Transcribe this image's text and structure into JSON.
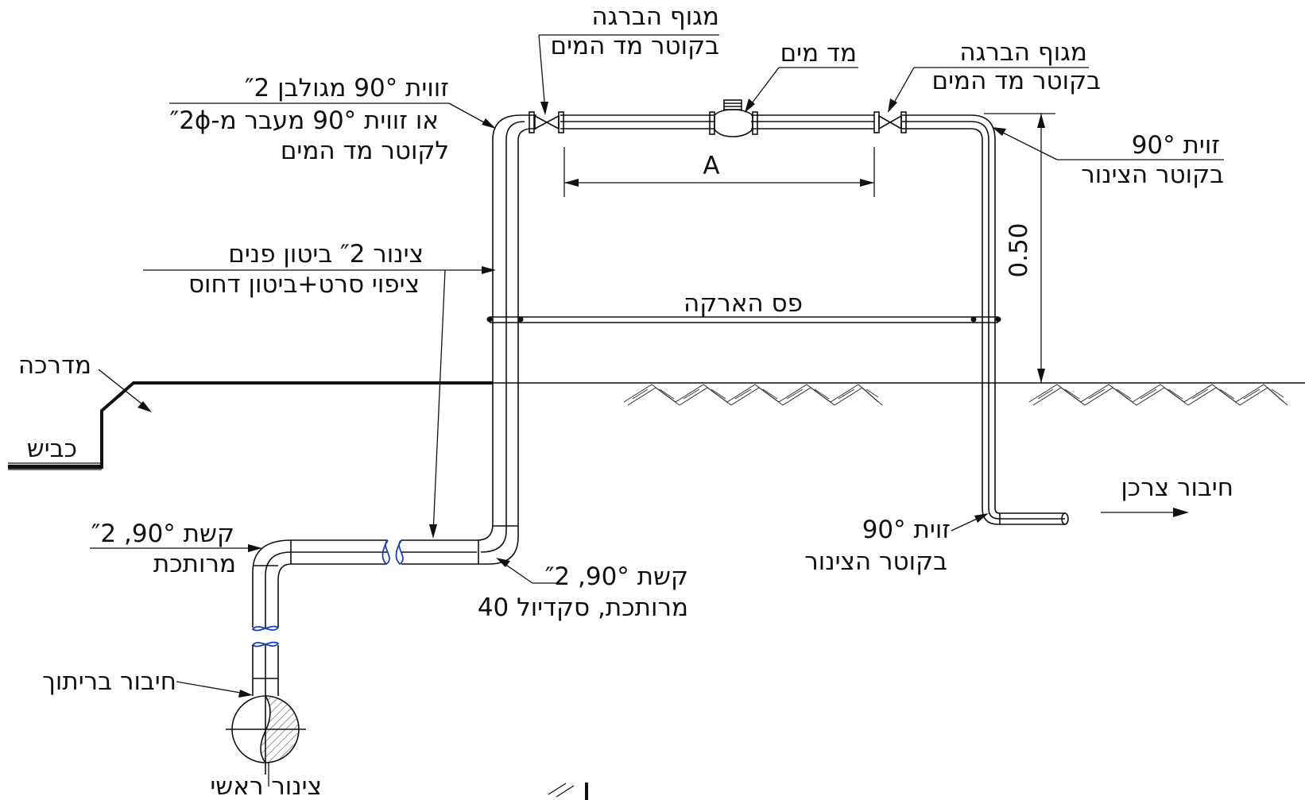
{
  "labels": {
    "valve_housing_left_l1": "מגוף הברגה",
    "valve_housing_left_l2": "בקוטר מד המים",
    "water_meter": "מד מים",
    "valve_housing_right_l1": "מגוף הברגה",
    "valve_housing_right_l2": "בקוטר מד המים",
    "elbow_galv_l1": "זווית 90° מגולבן ″2",
    "elbow_galv_l2": "או זווית 90° מעבר מ-″2ɸ",
    "elbow_galv_l3": "לקוטר מד המים",
    "elbow_right_top_l1": "זוית 90°",
    "elbow_right_top_l2": "בקוטר הצינור",
    "pipe_spec_l1": "צינור ″2 ביטון פנים",
    "pipe_spec_l2": "ציפוי סרט+ביטון דחוס",
    "grounding_strip": "פס הארקה",
    "sidewalk": "מדרכה",
    "road": "כביש",
    "welded_bend_left_l1": "קשת 90°, ″2",
    "welded_bend_left_l2": "מרותכת",
    "welded_bend_right_l1": "קשת 90°, ″2",
    "welded_bend_right_l2": "מרותכת, סקדיול 40",
    "elbow_right_bottom_l1": "זוית 90°",
    "elbow_right_bottom_l2": "בקוטר הצינור",
    "consumer_connection": "חיבור צרכן",
    "weld_connection": "חיבור בריתוך",
    "main_pipe": "צינור ראשי",
    "dimension_a": "A",
    "dimension_height": "0.50"
  },
  "colors": {
    "ink": "#111111",
    "pipe_break": "#1b3fb5",
    "background": "#ffffff"
  }
}
